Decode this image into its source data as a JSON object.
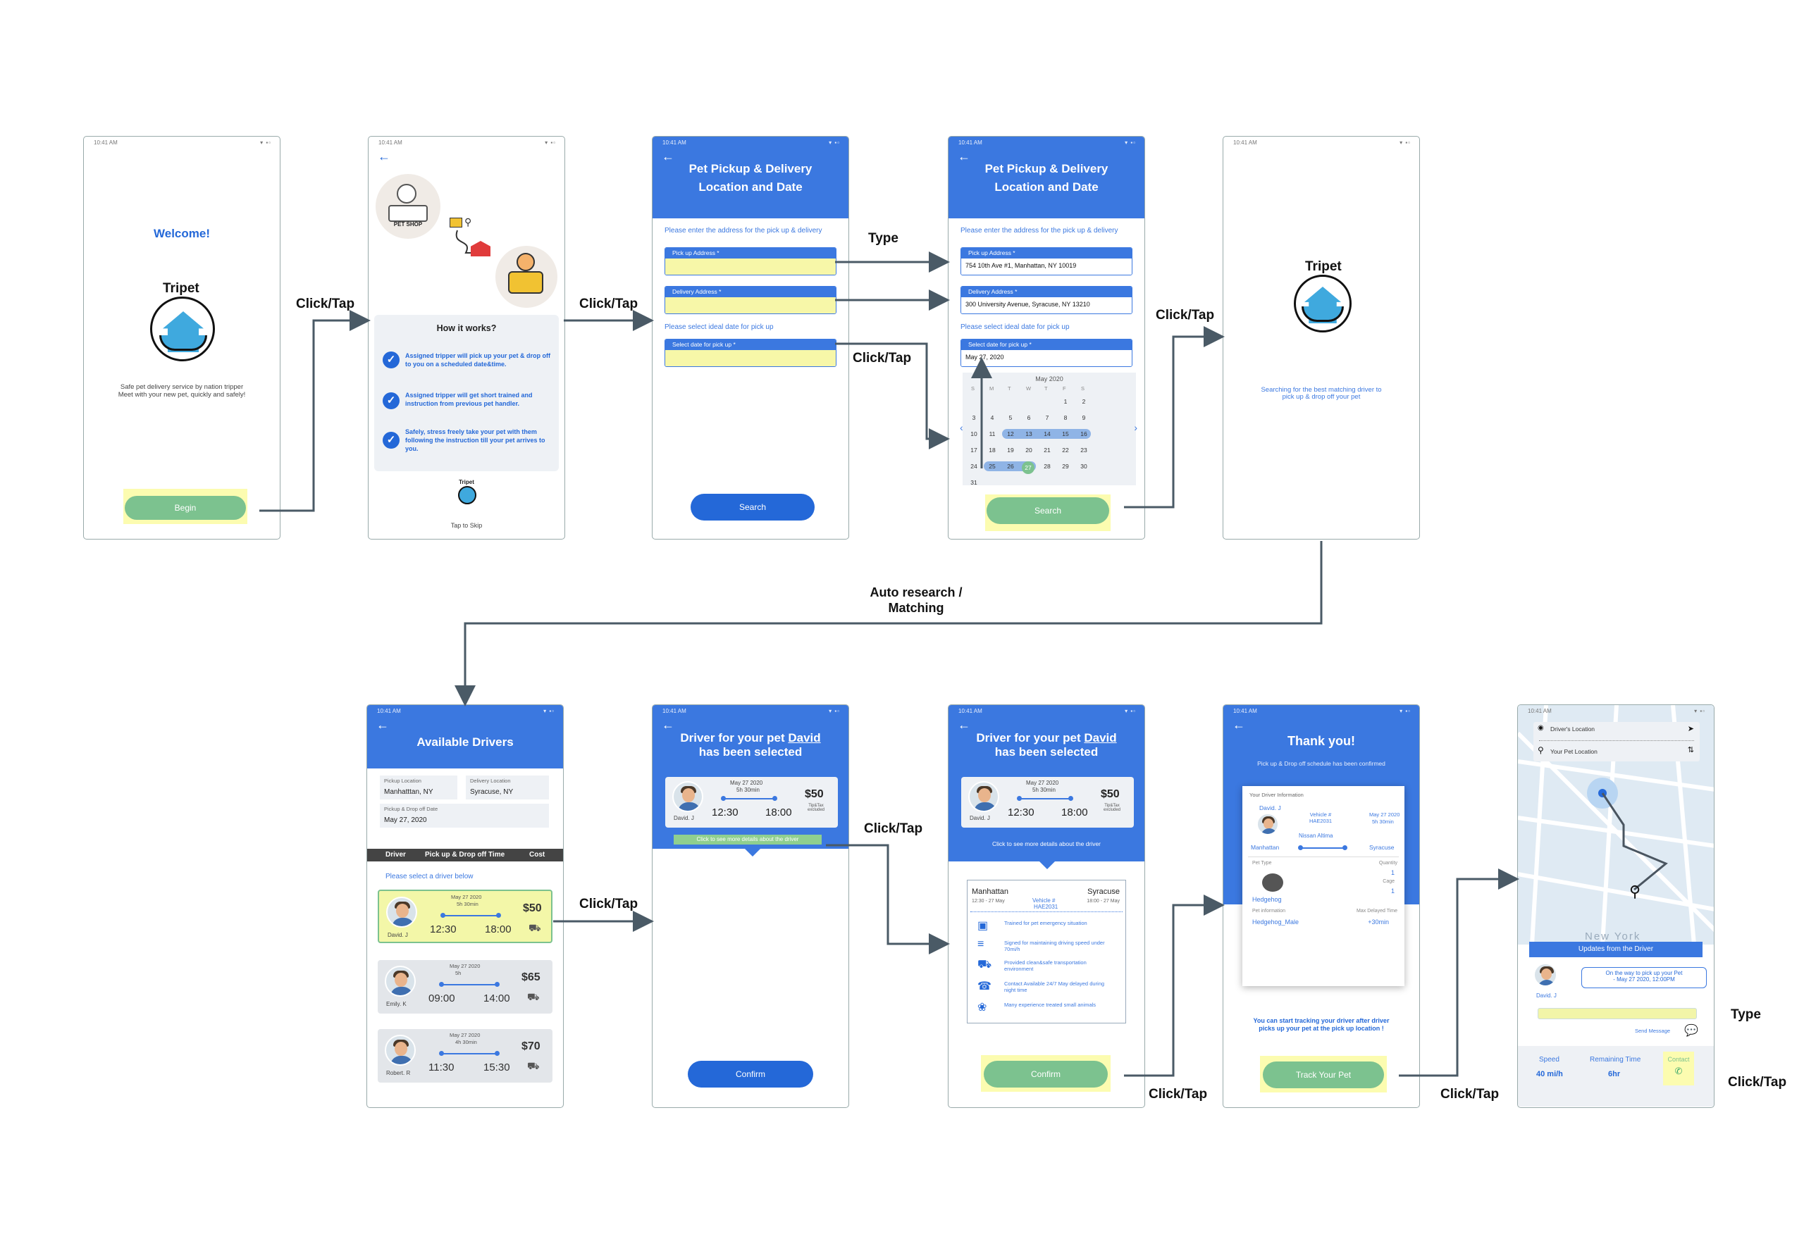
{
  "screens": {
    "welcome": {
      "time": "10:41 AM",
      "title": "Welcome!",
      "brand": "Tripet",
      "tagline1": "Safe pet delivery service by nation tripper",
      "tagline2": "Meet with your new pet, quickly and safely!",
      "begin": "Begin"
    },
    "how": {
      "time": "10:41 AM",
      "petshop": "PET SHOP",
      "title": "How it works?",
      "steps": [
        "Assigned tripper will pick up your pet & drop off to you on a scheduled date&time.",
        "Assigned tripper will get short trained and instruction from previous pet handler.",
        "Safely, stress freely take your pet with them following the instruction till your pet arrives to you."
      ],
      "brand": "Tripet",
      "skip": "Tap to Skip"
    },
    "loc1": {
      "time": "10:41 AM",
      "title1": "Pet Pickup & Delivery",
      "title2": "Location and Date",
      "instr": "Please enter the address for the pick up & delivery",
      "pickup_label": "Pick up Address *",
      "delivery_label": "Delivery Address *",
      "date_instr": "Please select ideal date for pick up",
      "date_label": "Select date for pick up *",
      "search": "Search"
    },
    "loc2": {
      "time": "10:41 AM",
      "title1": "Pet Pickup & Delivery",
      "title2": "Location and Date",
      "instr": "Please enter the address for the pick up & delivery",
      "pickup_label": "Pick up Address *",
      "pickup_value": "754 10th Ave #1, Manhattan, NY 10019",
      "delivery_label": "Delivery Address *",
      "delivery_value": "300 University Avenue, Syracuse, NY 13210",
      "date_instr": "Please select ideal date for pick up",
      "date_label": "Select date for pick up *",
      "date_value": "May 27, 2020",
      "month": "May 2020",
      "weekdays": [
        "S",
        "M",
        "T",
        "W",
        "T",
        "F",
        "S"
      ],
      "search": "Search"
    },
    "search": {
      "time": "10:41 AM",
      "brand": "Tripet",
      "msg1": "Searching for the best matching driver to",
      "msg2": "pick up & drop off your pet"
    },
    "drivers": {
      "time": "10:41 AM",
      "title": "Available Drivers",
      "pickup_label": "Pickup Location",
      "pickup_value": "Manhatttan, NY",
      "delivery_label": "Delivery Location",
      "delivery_value": "Syracuse, NY",
      "date_label": "Pickup & Drop off Date",
      "date_value": "May 27, 2020",
      "col_driver": "Driver",
      "col_time": "Pick up & Drop off Time",
      "col_cost": "Cost",
      "select": "Please select a driver below",
      "list": [
        {
          "date": "May 27 2020",
          "dur": "5h 30min",
          "price": "$50",
          "name": "David. J",
          "start": "12:30",
          "end": "18:00"
        },
        {
          "date": "May 27 2020",
          "dur": "5h",
          "price": "$65",
          "name": "Emily. K",
          "start": "09:00",
          "end": "14:00"
        },
        {
          "date": "May 27 2020",
          "dur": "4h 30min",
          "price": "$70",
          "name": "Robert. R",
          "start": "11:30",
          "end": "15:30"
        }
      ]
    },
    "sel1": {
      "time": "10:41 AM",
      "t1": "Driver for your pet ",
      "t1b": "David",
      "t2": "has been selected",
      "date": "May 27 2020",
      "dur": "5h 30min",
      "price": "$50",
      "tip": "Tip&Tax excluded",
      "name": "David. J",
      "start": "12:30",
      "end": "18:00",
      "more": "Click to see more details about the driver",
      "confirm": "Confirm"
    },
    "sel2": {
      "time": "10:41 AM",
      "t1": "Driver for your pet ",
      "t1b": "David",
      "t2": "has been selected",
      "date": "May 27 2020",
      "dur": "5h 30min",
      "price": "$50",
      "tip": "Tip&Tax excluded",
      "name": "David. J",
      "start": "12:30",
      "end": "18:00",
      "more": "Click to see more details about the driver",
      "from": "Manhattan",
      "to": "Syracuse",
      "from_time": "12:30 - 27 May",
      "to_time": "18:00 - 27 May",
      "vehicle": "Vehicle #",
      "plate": "HAE2031",
      "features": [
        "Trained for pet emergency situation",
        "Signed for maintaining driving speed under 70mi/h",
        "Provided clean&safe transportation environment",
        "Contact Available 24/7 May delayed during night time",
        "Many experience treated small animals"
      ],
      "confirm": "Confirm"
    },
    "thanks": {
      "time": "10:41 AM",
      "title": "Thank you!",
      "sub": "Pick up & Drop off schedule has been confirmed",
      "info": "Your Driver Information",
      "name": "David. J",
      "vehicle": "Vehicle # HAE2031",
      "car": "Nissan Altima",
      "date": "May 27 2020",
      "dur": "5h 30min",
      "from": "Manhattan",
      "to": "Syracuse",
      "pet_type": "Pet Type",
      "quantity": "Quantity",
      "qty": "1",
      "cage": "Cage",
      "cage_n": "1",
      "pet": "Hedgehog",
      "pet_info": "Pet information",
      "delay": "Max Delayed Time",
      "pet_detail": "Hedgehog_Male",
      "delay_v": "+30min",
      "track_msg1": "You can start tracking your driver after driver",
      "track_msg2": "picks up your pet at the pick up location !",
      "track": "Track Your Pet"
    },
    "map": {
      "time": "10:41 AM",
      "driver_loc": "Driver's Location",
      "pet_loc": "Your Pet Location",
      "city": "New York",
      "updates": "Updates from the Driver",
      "msg1": "On the way to pick up your Pet",
      "msg2": "- May 27 2020, 12:00PM",
      "name": "David. J",
      "send": "Send Message",
      "speed_l": "Speed",
      "speed_v": "40 mi/h",
      "rem_l": "Remaining Time",
      "rem_v": "6hr",
      "contact": "Contact"
    }
  },
  "annotations": {
    "a1": "Click/Tap",
    "a2": "Click/Tap",
    "a3": "Type",
    "a4": "Click/Tap",
    "a5": "Click/Tap",
    "auto1": "Auto research /",
    "auto2": "Matching",
    "b1": "Click/Tap",
    "b2": "Click/Tap",
    "b3": "Click/Tap",
    "b4": "Click/Tap",
    "b5": "Type",
    "b6": "Click/Tap"
  },
  "colors": {
    "primary": "#3b78e0",
    "button": "#2468d8",
    "green": "#7cc28f",
    "highlight": "#fcfcb0"
  }
}
